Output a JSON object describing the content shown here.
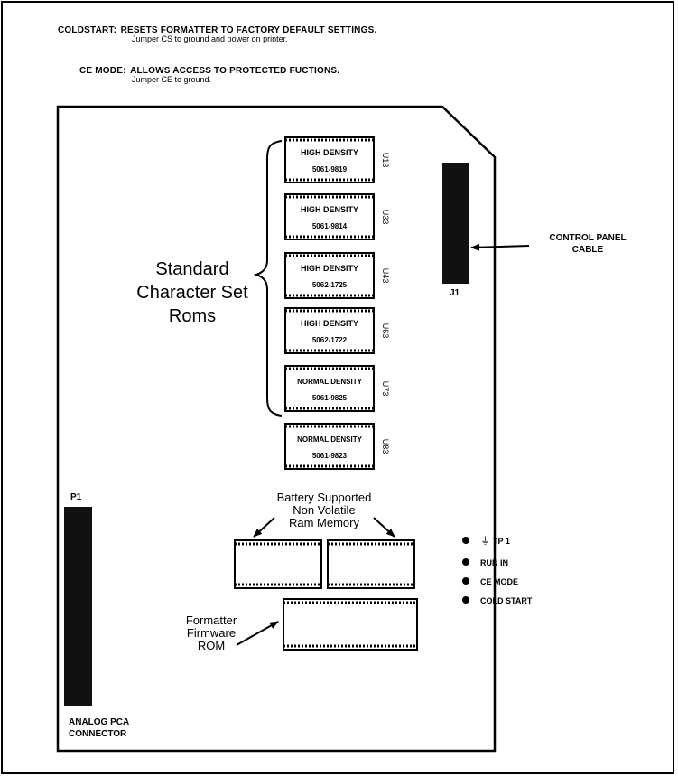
{
  "notes": {
    "coldstart_key": "COLDSTART:",
    "coldstart_text": "RESETS FORMATTER TO FACTORY DEFAULT SETTINGS.",
    "coldstart_sub": "Jumper CS to ground and power on printer.",
    "ce_key": "CE MODE:",
    "ce_text": "ALLOWS ACCESS TO PROTECTED FUCTIONS.",
    "ce_sub": "Jumper CE to ground."
  },
  "roms": [
    {
      "density": "HIGH DENSITY",
      "part": "5061-9819",
      "ref": "U13"
    },
    {
      "density": "HIGH DENSITY",
      "part": "5061-9814",
      "ref": "U33"
    },
    {
      "density": "HIGH DENSITY",
      "part": "5062-1725",
      "ref": "U43"
    },
    {
      "density": "HIGH DENSITY",
      "part": "5062-1722",
      "ref": "U63"
    },
    {
      "density": "NORMAL DENSITY",
      "part": "5061-9825",
      "ref": "U73"
    },
    {
      "density": "NORMAL DENSITY",
      "part": "5061-9823",
      "ref": "U83"
    }
  ],
  "labels": {
    "std_line1": "Standard",
    "std_line2": "Character Set",
    "std_line3": "Roms",
    "battery_line1": "Battery Supported",
    "battery_line2": "Non Volatile",
    "battery_line3": "Ram Memory",
    "fw_line1": "Formatter",
    "fw_line2": "Firmware",
    "fw_line3": "ROM",
    "control_line1": "CONTROL PANEL",
    "control_line2": "CABLE",
    "j1": "J1",
    "p1": "P1",
    "analog_line1": "ANALOG PCA",
    "analog_line2": "CONNECTOR"
  },
  "test_points": [
    {
      "label": "TP 1",
      "symbol": "⏚"
    },
    {
      "label": "RUN IN"
    },
    {
      "label": "CE MODE"
    },
    {
      "label": "COLD START"
    }
  ]
}
